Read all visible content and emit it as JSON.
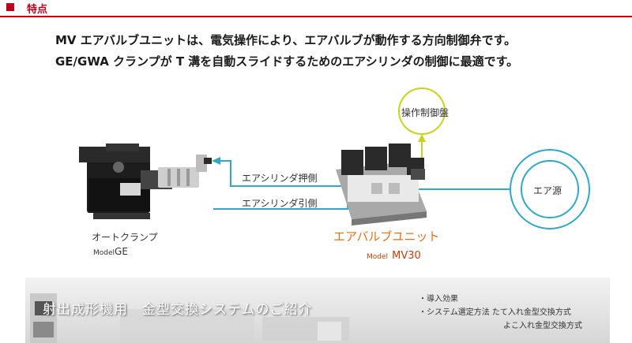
{
  "section": {
    "title": "特点"
  },
  "description": {
    "line1": "MV エアバルブユニットは、電気操作により、エアバルブが動作する方向制御弁です。",
    "line2": "GE/GWA クランプが T 溝を自動スライドするためのエアシリンダの制御に最適です。"
  },
  "diagram": {
    "control_panel": "操作制御盤",
    "push_side": "エアシリンダ押側",
    "pull_side": "エアシリンダ引側",
    "air_source": "エア源",
    "auto_clamp": {
      "name": "オートクランプ",
      "model_prefix": "Model",
      "model": "GE"
    },
    "valve_unit": {
      "name": "エアバルブユニット",
      "model_prefix": "Model",
      "model": "MV30"
    },
    "colors": {
      "air_line": "#2fa8c9",
      "signal_line": "#c8d21e",
      "accent": "#c0001a",
      "valve_name": "#e0701c"
    }
  },
  "banner": {
    "title": "射出成形機用　金型交換システムのご紹介",
    "links": [
      "・導入効果",
      "・システム選定方法 たて入れ金型交換方式",
      "よこ入れ金型交換方式"
    ]
  }
}
